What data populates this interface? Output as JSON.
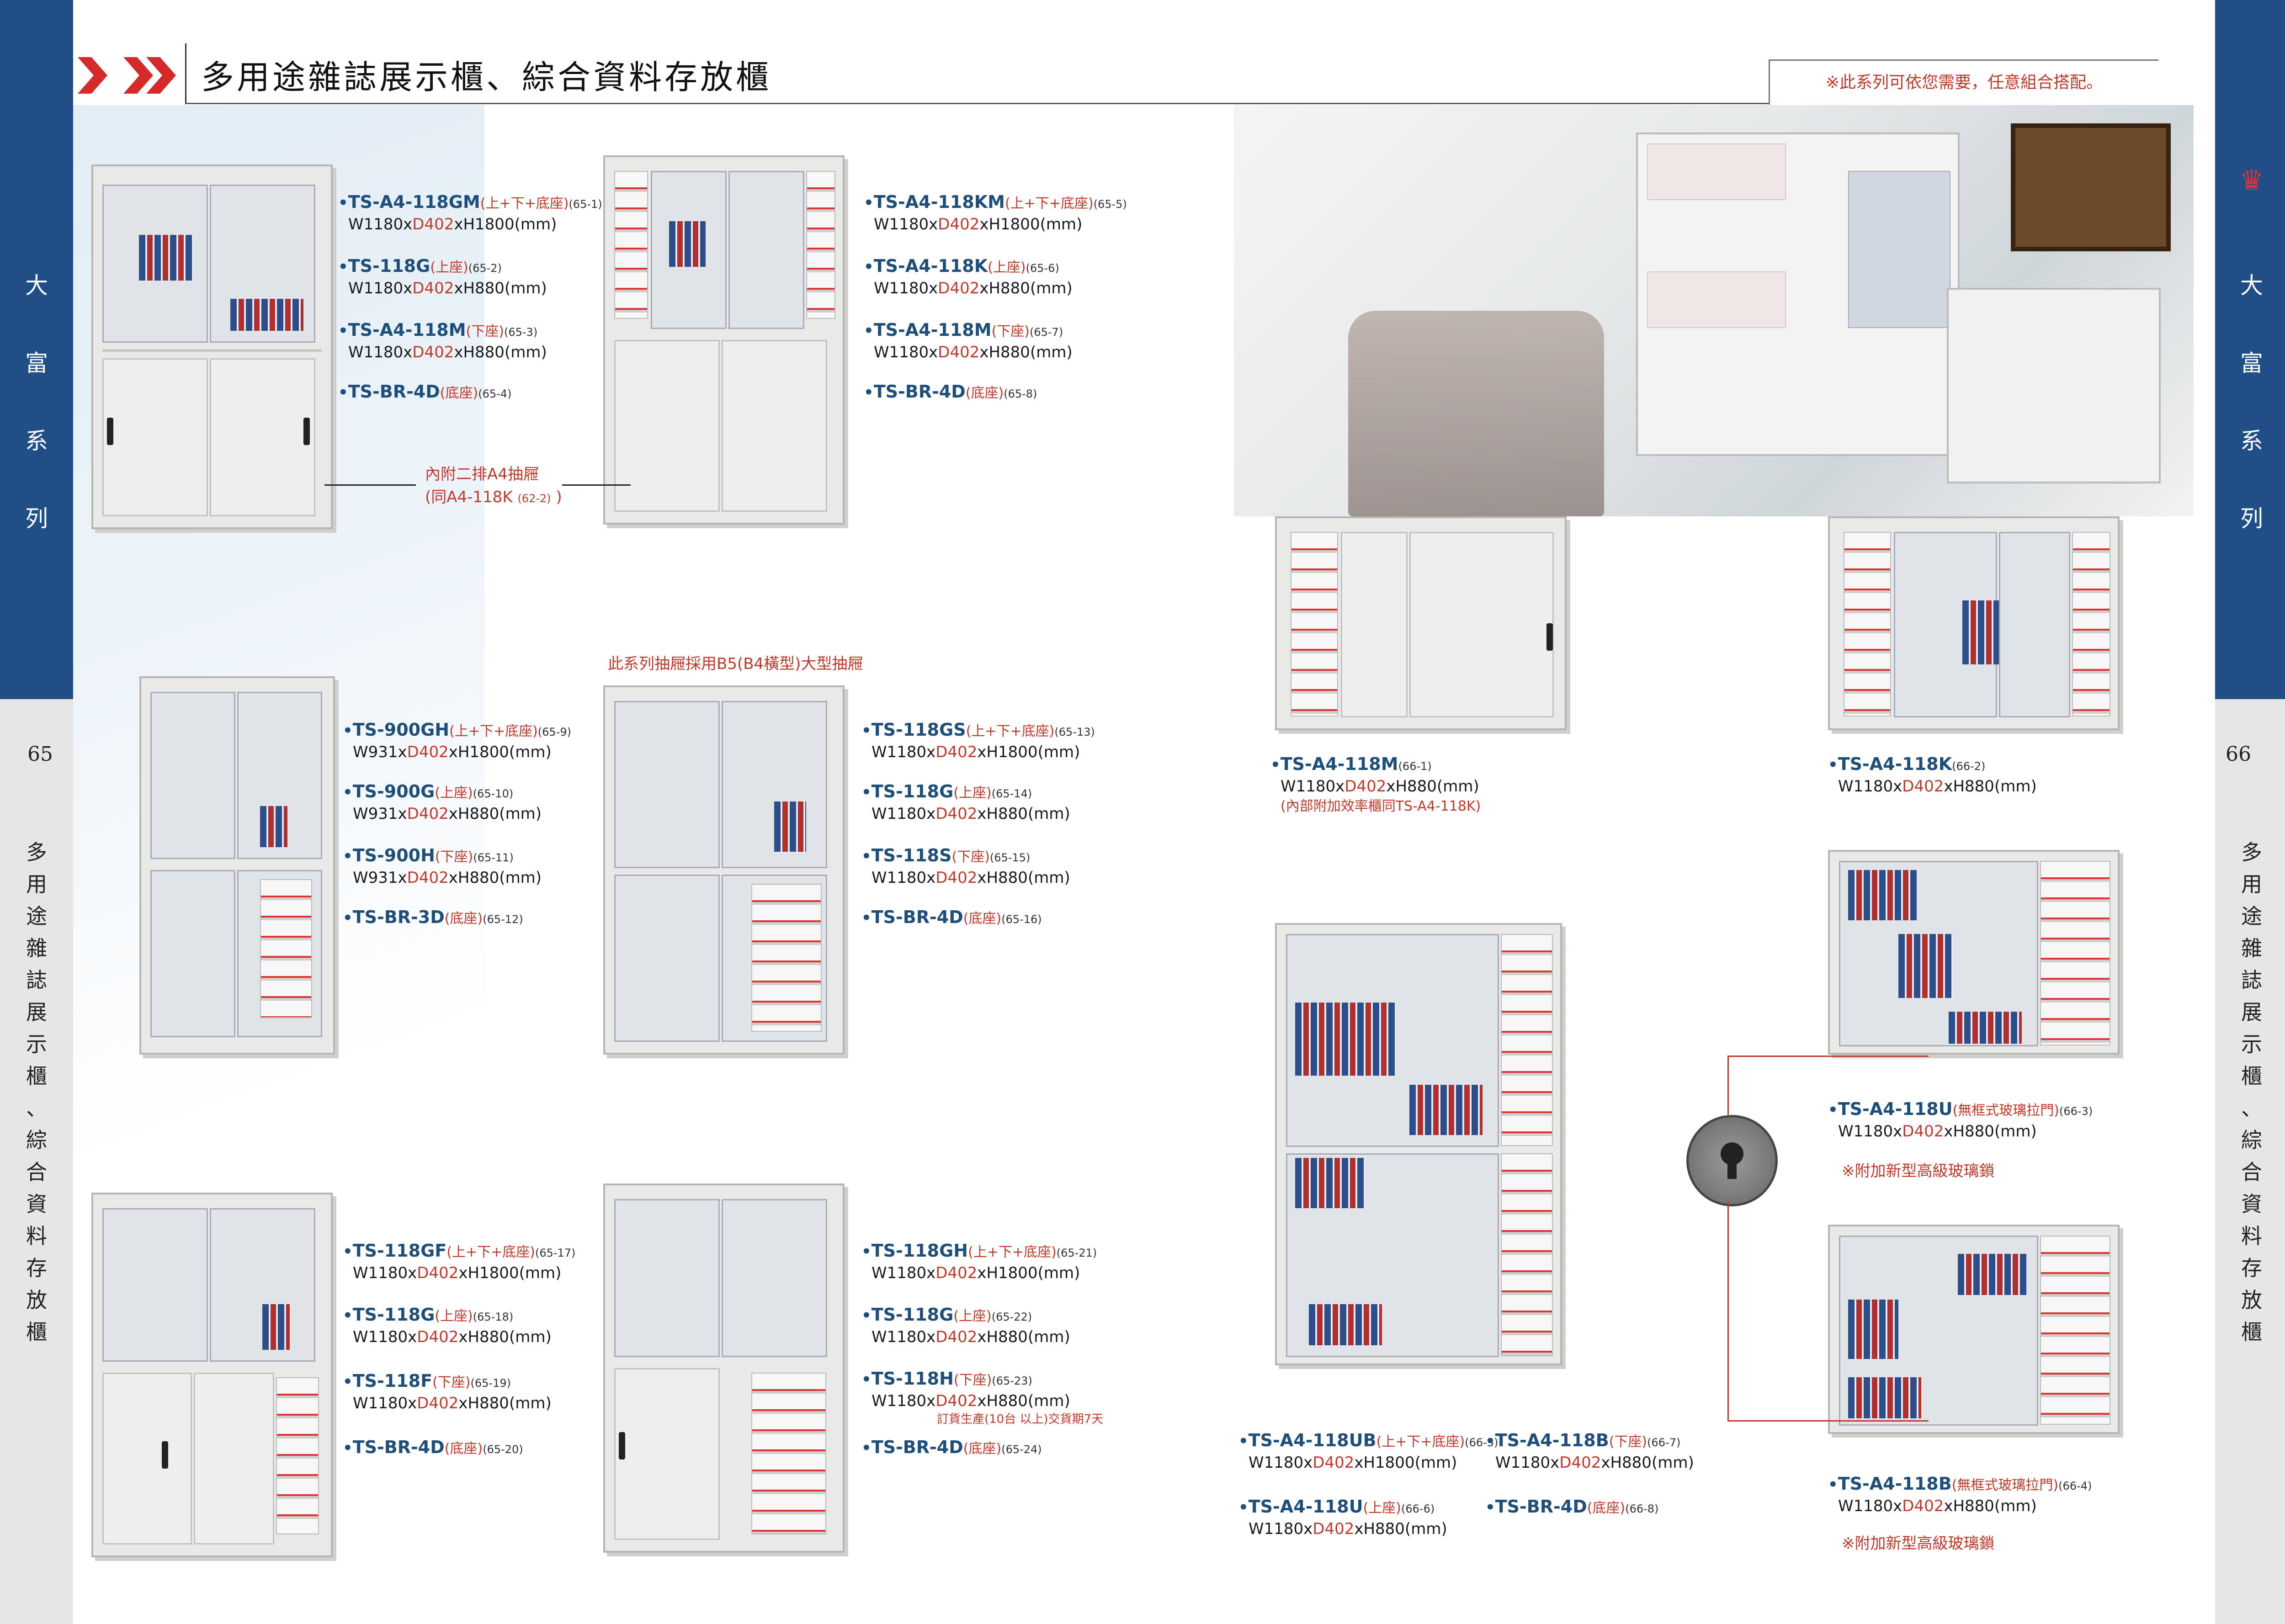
{
  "header": {
    "title": "多用途雜誌展示櫃、綜合資料存放櫃",
    "note": "※此系列可依您需要，任意組合搭配。"
  },
  "sidebar_left": {
    "series": [
      "大",
      "富",
      "系",
      "列"
    ],
    "page": "65",
    "category": [
      "多",
      "用",
      "途",
      "雜",
      "誌",
      "展",
      "示",
      "櫃",
      "、",
      "綜",
      "合",
      "資",
      "料",
      "存",
      "放",
      "櫃"
    ]
  },
  "sidebar_right": {
    "series": [
      "大",
      "富",
      "系",
      "列"
    ],
    "page": "66",
    "category": [
      "多",
      "用",
      "途",
      "雜",
      "誌",
      "展",
      "示",
      "櫃",
      "、",
      "綜",
      "合",
      "資",
      "料",
      "存",
      "放",
      "櫃"
    ]
  },
  "notes": {
    "inner_drawers": "內附二排A4抽屜",
    "inner_drawers_ref_a": "(同A4-118K",
    "inner_drawers_ref_b": "(62-2)",
    "inner_drawers_ref_c": ")",
    "b5_drawer": "此系列抽屜採用B5(B4橫型)大型抽屜",
    "order_note": "訂貨生產(10台 以上)交貨期7天",
    "glass_lock_1": "※附加新型高級玻璃鎖",
    "glass_lock_2": "※附加新型高級玻璃鎖",
    "extra_118m": "(內部附加效率櫃同TS-A4-118K)"
  },
  "captions": [
    {
      "id": "c651",
      "code": "TS-A4-118GM",
      "paren": "(上+下+底座)",
      "ref": "(65-1)",
      "w": "W1180x",
      "d": "D402",
      "h": "xH1800(mm)"
    },
    {
      "id": "c652",
      "code": "TS-118G",
      "paren": "(上座)",
      "ref": "(65-2)",
      "w": "W1180x",
      "d": "D402",
      "h": "xH880(mm)"
    },
    {
      "id": "c653",
      "code": "TS-A4-118M",
      "paren": "(下座)",
      "ref": "(65-3)",
      "w": "W1180x",
      "d": "D402",
      "h": "xH880(mm)"
    },
    {
      "id": "c654",
      "code": "TS-BR-4D",
      "paren": "(底座)",
      "ref": "(65-4)",
      "w": "",
      "d": "",
      "h": ""
    },
    {
      "id": "c655",
      "code": "TS-A4-118KM",
      "paren": "(上+下+底座)",
      "ref": "(65-5)",
      "w": "W1180x",
      "d": "D402",
      "h": "xH1800(mm)"
    },
    {
      "id": "c656",
      "code": "TS-A4-118K",
      "paren": "(上座)",
      "ref": "(65-6)",
      "w": "W1180x",
      "d": "D402",
      "h": "xH880(mm)"
    },
    {
      "id": "c657",
      "code": "TS-A4-118M",
      "paren": "(下座)",
      "ref": "(65-7)",
      "w": "W1180x",
      "d": "D402",
      "h": "xH880(mm)"
    },
    {
      "id": "c658",
      "code": "TS-BR-4D",
      "paren": "(底座)",
      "ref": "(65-8)",
      "w": "",
      "d": "",
      "h": ""
    },
    {
      "id": "c659",
      "code": "TS-900GH",
      "paren": "(上+下+底座)",
      "ref": "(65-9)",
      "w": "W931x",
      "d": "D402",
      "h": "xH1800(mm)"
    },
    {
      "id": "c6510",
      "code": "TS-900G",
      "paren": "(上座)",
      "ref": "(65-10)",
      "w": "W931x",
      "d": "D402",
      "h": "xH880(mm)"
    },
    {
      "id": "c6511",
      "code": "TS-900H",
      "paren": "(下座)",
      "ref": "(65-11)",
      "w": "W931x",
      "d": "D402",
      "h": "xH880(mm)"
    },
    {
      "id": "c6512",
      "code": "TS-BR-3D",
      "paren": "(底座)",
      "ref": "(65-12)",
      "w": "",
      "d": "",
      "h": ""
    },
    {
      "id": "c6513",
      "code": "TS-118GS",
      "paren": "(上+下+底座)",
      "ref": "(65-13)",
      "w": "W1180x",
      "d": "D402",
      "h": "xH1800(mm)"
    },
    {
      "id": "c6514",
      "code": "TS-118G",
      "paren": "(上座)",
      "ref": "(65-14)",
      "w": "W1180x",
      "d": "D402",
      "h": "xH880(mm)"
    },
    {
      "id": "c6515",
      "code": "TS-118S",
      "paren": "(下座)",
      "ref": "(65-15)",
      "w": "W1180x",
      "d": "D402",
      "h": "xH880(mm)"
    },
    {
      "id": "c6516",
      "code": "TS-BR-4D",
      "paren": "(底座)",
      "ref": "(65-16)",
      "w": "",
      "d": "",
      "h": ""
    },
    {
      "id": "c6517",
      "code": "TS-118GF",
      "paren": "(上+下+底座)",
      "ref": "(65-17)",
      "w": "W1180x",
      "d": "D402",
      "h": "xH1800(mm)"
    },
    {
      "id": "c6518",
      "code": "TS-118G",
      "paren": "(上座)",
      "ref": "(65-18)",
      "w": "W1180x",
      "d": "D402",
      "h": "xH880(mm)"
    },
    {
      "id": "c6519",
      "code": "TS-118F",
      "paren": "(下座)",
      "ref": "(65-19)",
      "w": "W1180x",
      "d": "D402",
      "h": "xH880(mm)"
    },
    {
      "id": "c6520",
      "code": "TS-BR-4D",
      "paren": "(底座)",
      "ref": "(65-20)",
      "w": "",
      "d": "",
      "h": ""
    },
    {
      "id": "c6521",
      "code": "TS-118GH",
      "paren": "(上+下+底座)",
      "ref": "(65-21)",
      "w": "W1180x",
      "d": "D402",
      "h": "xH1800(mm)"
    },
    {
      "id": "c6522",
      "code": "TS-118G",
      "paren": "(上座)",
      "ref": "(65-22)",
      "w": "W1180x",
      "d": "D402",
      "h": "xH880(mm)"
    },
    {
      "id": "c6523",
      "code": "TS-118H",
      "paren": "(下座)",
      "ref": "(65-23)",
      "w": "W1180x",
      "d": "D402",
      "h": "xH880(mm)"
    },
    {
      "id": "c6524",
      "code": "TS-BR-4D",
      "paren": "(底座)",
      "ref": "(65-24)",
      "w": "",
      "d": "",
      "h": ""
    },
    {
      "id": "c661",
      "code": "TS-A4-118M",
      "paren": "",
      "ref": "(66-1)",
      "w": "W1180x",
      "d": "D402",
      "h": "xH880(mm)"
    },
    {
      "id": "c662",
      "code": "TS-A4-118K",
      "paren": "",
      "ref": "(66-2)",
      "w": "W1180x",
      "d": "D402",
      "h": "xH880(mm)"
    },
    {
      "id": "c663",
      "code": "TS-A4-118U",
      "paren": "(無框式玻璃拉門)",
      "ref": "(66-3)",
      "w": "W1180x",
      "d": "D402",
      "h": "xH880(mm)"
    },
    {
      "id": "c664",
      "code": "TS-A4-118B",
      "paren": "(無框式玻璃拉門)",
      "ref": "(66-4)",
      "w": "W1180x",
      "d": "D402",
      "h": "xH880(mm)"
    },
    {
      "id": "c665",
      "code": "TS-A4-118UB",
      "paren": "(上+下+底座)",
      "ref": "(66-5)",
      "w": "W1180x",
      "d": "D402",
      "h": "xH1800(mm)"
    },
    {
      "id": "c666",
      "code": "TS-A4-118U",
      "paren": "(上座)",
      "ref": "(66-6)",
      "w": "W1180x",
      "d": "D402",
      "h": "xH880(mm)"
    },
    {
      "id": "c667",
      "code": "TS-A4-118B",
      "paren": "(下座)",
      "ref": "(66-7)",
      "w": "W1180x",
      "d": "D402",
      "h": "xH880(mm)"
    },
    {
      "id": "c668",
      "code": "TS-BR-4D",
      "paren": "(底座)",
      "ref": "(66-8)",
      "w": "",
      "d": "",
      "h": ""
    }
  ],
  "colors": {
    "sidebar_blue": "#1f4f86",
    "sidebar_grey": "#e6e6e6",
    "code_blue": "#1d4f7a",
    "accent_red": "#c0392b"
  }
}
